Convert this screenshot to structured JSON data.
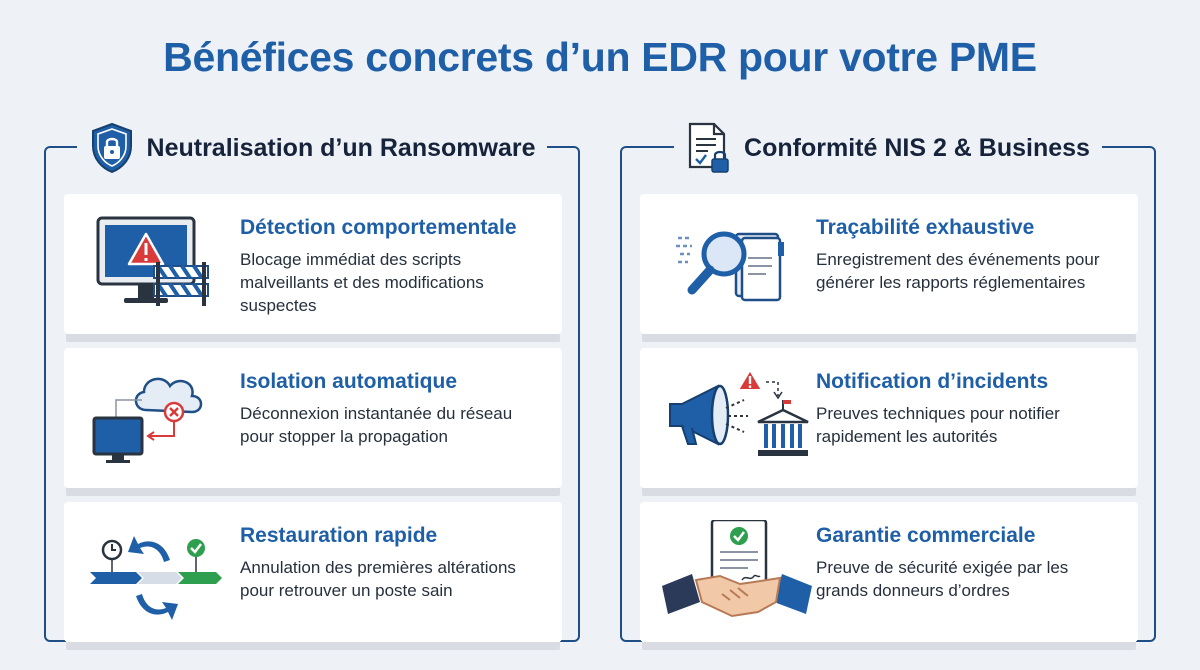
{
  "title": "Bénéfices concrets d’un EDR pour votre PME",
  "colors": {
    "accent": "#1f5fa8",
    "border": "#1f4f86",
    "alert": "#d93a3a",
    "success": "#2e9e4f",
    "background": "#eef2f7"
  },
  "left_panel": {
    "heading": "Neutralisation d’un Ransomware",
    "icon": "shield-lock-icon",
    "cards": [
      {
        "title": "Détection comportementale",
        "description": "Blocage immédiat des scripts malveillants et des modifications suspectes",
        "icon": "monitor-alert-barrier-icon"
      },
      {
        "title": "Isolation automatique",
        "description": "Déconnexion instantanée du réseau pour stopper la propagation",
        "icon": "cloud-disconnect-icon"
      },
      {
        "title": "Restauration rapide",
        "description": "Annulation des premières altérations pour retrouver un poste sain",
        "icon": "timeline-restore-icon"
      }
    ]
  },
  "right_panel": {
    "heading": "Conformité NIS 2 & Business",
    "icon": "document-lock-icon",
    "cards": [
      {
        "title": "Traçabilité exhaustive",
        "description": "Enregistrement des événements pour générer les rapports réglementaires",
        "icon": "magnifier-logbook-icon"
      },
      {
        "title": "Notification d’incidents",
        "description": "Preuves techniques pour notifier rapidement les autorités",
        "icon": "megaphone-authority-icon"
      },
      {
        "title": "Garantie commerciale",
        "description": "Preuve de sécurité exigée par les grands donneurs d’ordres",
        "icon": "handshake-certificate-icon"
      }
    ]
  }
}
